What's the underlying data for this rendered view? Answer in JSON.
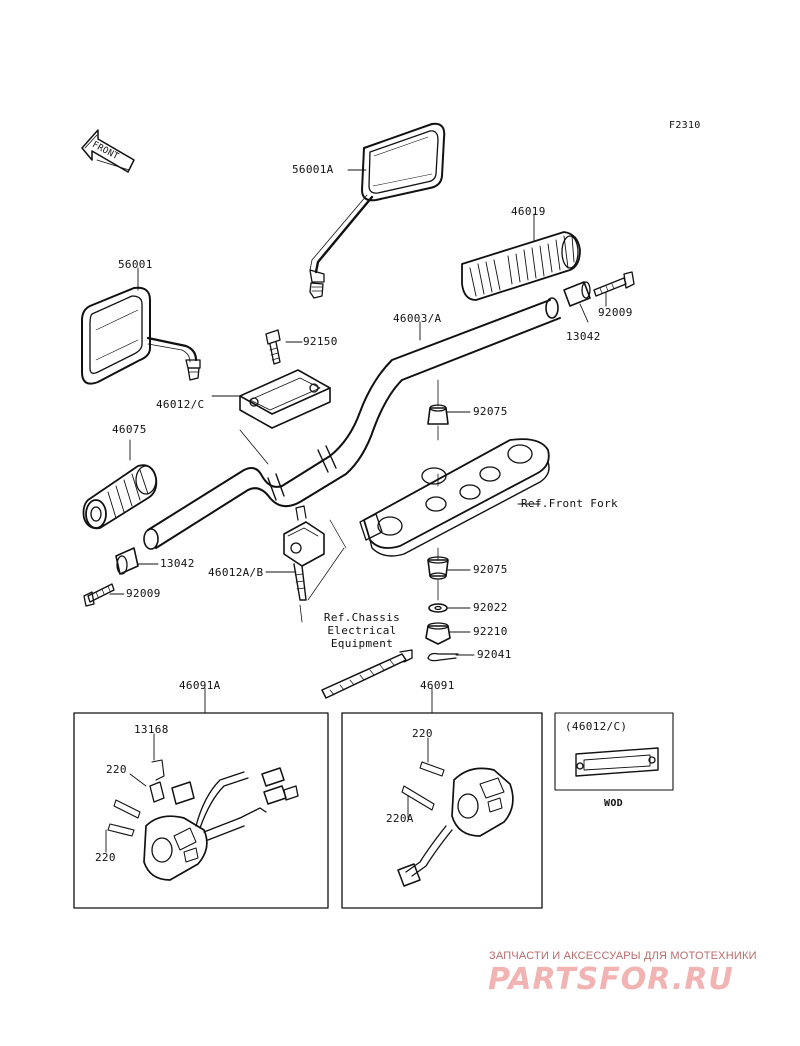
{
  "figure_code": "F2310",
  "front_arrow_text": "FRONT",
  "parts": {
    "mirror_right": "56001A",
    "mirror_left": "56001",
    "grip_right": "46019",
    "handlebar": "46003/A",
    "bolt_top": "92150",
    "end_bolt_right": "92009",
    "weight_right": "13042",
    "holder_upper": "46012/C",
    "grip_left": "46075",
    "damper_upper": "92075",
    "ref_fork": "Ref.Front Fork",
    "weight_left": "13042",
    "holder_lower": "46012A/B",
    "damper_lower": "92075",
    "end_bolt_left": "92009",
    "ref_chassis_1": "Ref.Chassis",
    "ref_chassis_2": "Electrical",
    "ref_chassis_3": "Equipment",
    "washer": "92022",
    "nut": "92210",
    "cotter_pin": "92041",
    "switch_left": "46091A",
    "switch_right": "46091",
    "clamp_13168": "13168",
    "screw_220_a": "220",
    "screw_220_b": "220",
    "screw_220_c": "220",
    "screw_220a": "220A",
    "inset_label": "(46012/C)",
    "inset_note": "WOD"
  },
  "watermark": {
    "line1": "ЗАПЧАСТИ И АКСЕССУАРЫ ДЛЯ МОТОТЕХНИКИ",
    "line2": "PARTSFOR.RU"
  }
}
